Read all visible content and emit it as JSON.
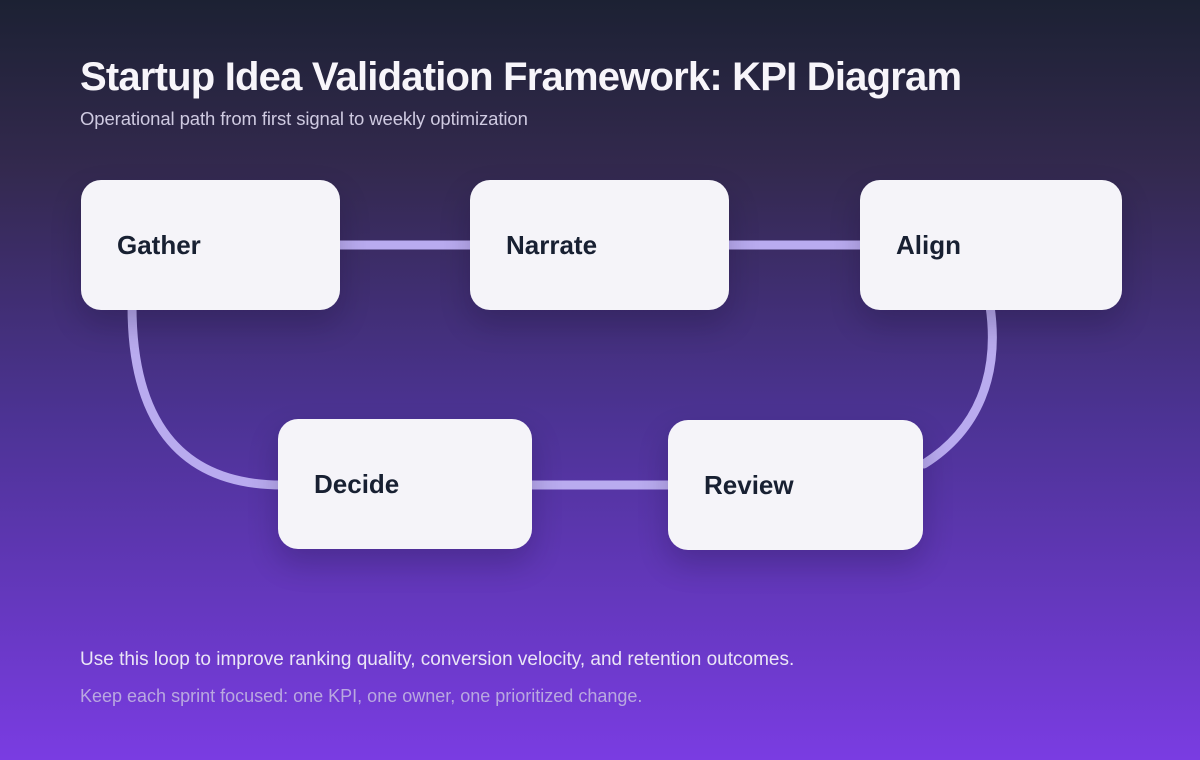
{
  "header": {
    "title": "Startup Idea Validation Framework: KPI Diagram",
    "subtitle": "Operational path from first signal to weekly optimization"
  },
  "nodes": [
    {
      "label": "Gather"
    },
    {
      "label": "Narrate"
    },
    {
      "label": "Align"
    },
    {
      "label": "Decide"
    },
    {
      "label": "Review"
    }
  ],
  "flow_order": [
    "Gather",
    "Narrate",
    "Align",
    "Review",
    "Decide"
  ],
  "footer": {
    "line1": "Use this loop to improve ranking quality, conversion velocity, and retention outcomes.",
    "line2": "Keep each sprint focused: one KPI, one owner, one prioritized change."
  },
  "colors": {
    "background_top": "#1c2133",
    "background_bottom": "#7a3ce2",
    "connector": "#b9abef",
    "node_background": "#f5f4f9",
    "node_text": "#182032",
    "title_text": "#f7f5fa",
    "subtitle_text": "#cfcae1",
    "footer_primary_text": "#eae5f6",
    "footer_secondary_text": "#b9a8e0"
  }
}
